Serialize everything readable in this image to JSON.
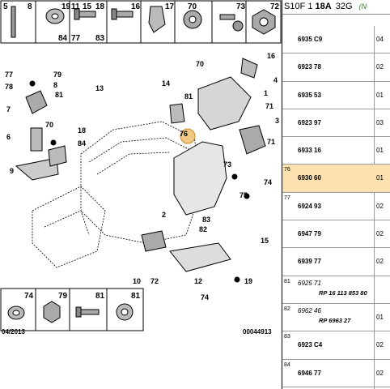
{
  "header": {
    "model": "S10F 1",
    "engine": "18A",
    "variant": "32G",
    "suffix": "(N"
  },
  "top_parts": [
    "5",
    "8",
    "19",
    "11",
    "15",
    "18",
    "16",
    "17",
    "70",
    "73",
    "72",
    "84",
    "77",
    "83"
  ],
  "bottom_parts": [
    "74",
    "79",
    "81",
    "81"
  ],
  "callouts": [
    "77",
    "79",
    "78",
    "8",
    "7",
    "6",
    "9",
    "81",
    "70",
    "18",
    "84",
    "13",
    "14",
    "76",
    "81",
    "1",
    "71",
    "3",
    "2",
    "83",
    "82",
    "70",
    "16",
    "4",
    "71",
    "74",
    "73",
    "75",
    "15",
    "19",
    "10",
    "72",
    "12",
    "74"
  ],
  "footer": {
    "date": "04/2013",
    "code": "00044913"
  },
  "rows": [
    {
      "idx": "",
      "ref": "6935 C9",
      "ref2": "",
      "qty": "04",
      "sel": false,
      "italic": false
    },
    {
      "idx": "",
      "ref": "6923 78",
      "ref2": "",
      "qty": "02",
      "sel": false,
      "italic": false
    },
    {
      "idx": "",
      "ref": "6935 53",
      "ref2": "",
      "qty": "01",
      "sel": false,
      "italic": false
    },
    {
      "idx": "",
      "ref": "6923 97",
      "ref2": "",
      "qty": "03",
      "sel": false,
      "italic": false
    },
    {
      "idx": "",
      "ref": "6933 16",
      "ref2": "",
      "qty": "01",
      "sel": false,
      "italic": false
    },
    {
      "idx": "76",
      "ref": "6930 60",
      "ref2": "",
      "qty": "01",
      "sel": true,
      "italic": false
    },
    {
      "idx": "77",
      "ref": "6924 93",
      "ref2": "",
      "qty": "02",
      "sel": false,
      "italic": false
    },
    {
      "idx": "",
      "ref": "6947 79",
      "ref2": "",
      "qty": "02",
      "sel": false,
      "italic": false
    },
    {
      "idx": "",
      "ref": "6939 77",
      "ref2": "",
      "qty": "02",
      "sel": false,
      "italic": false
    },
    {
      "idx": "81",
      "ref": "6925 71",
      "ref2": "RP 16 113 853 80",
      "qty": "",
      "sel": false,
      "italic": true
    },
    {
      "idx": "82",
      "ref": "6962 46",
      "ref2": "RP 6963 27",
      "qty": "01",
      "sel": false,
      "italic": true
    },
    {
      "idx": "83",
      "ref": "6923 C4",
      "ref2": "",
      "qty": "02",
      "sel": false,
      "italic": false
    },
    {
      "idx": "84",
      "ref": "6946 77",
      "ref2": "",
      "qty": "02",
      "sel": false,
      "italic": false
    }
  ]
}
